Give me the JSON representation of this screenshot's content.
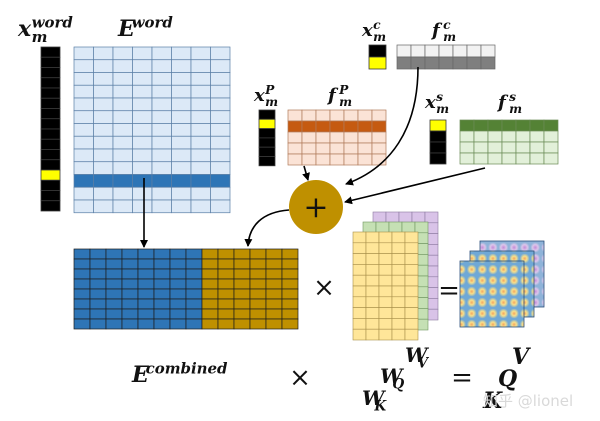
{
  "labels": {
    "x_word": {
      "base": "x",
      "sub": "m",
      "sup": "word"
    },
    "E_word": {
      "base": "E",
      "sup": "word"
    },
    "x_c": {
      "base": "x",
      "sub": "m",
      "sup": "c"
    },
    "f_c": {
      "base": "f",
      "sub": "m",
      "sup": "c"
    },
    "x_p": {
      "base": "x",
      "sub": "m",
      "sup": "P"
    },
    "f_p": {
      "base": "f",
      "sub": "m",
      "sup": "P"
    },
    "x_s": {
      "base": "x",
      "sub": "m",
      "sup": "s"
    },
    "f_s": {
      "base": "f",
      "sub": "m",
      "sup": "s"
    },
    "E_combined": {
      "base": "E",
      "sup": "combined"
    },
    "W_V": {
      "base": "W",
      "sub": "V"
    },
    "W_Q": {
      "base": "W",
      "sub": "Q"
    },
    "W_K": {
      "base": "W",
      "sub": "K"
    },
    "V": "V",
    "Q": "Q",
    "K": "K"
  },
  "operators": {
    "plus": "+",
    "times": "×",
    "equals": "="
  },
  "watermark": "知乎 @lionel",
  "colors": {
    "word_matrix": "#dce9f7",
    "word_highlight": "#2e75b6",
    "pos_matrix": "#fbe3d6",
    "pos_highlight": "#c55a11",
    "seg_matrix": "#e2f0d9",
    "seg_highlight": "#548235",
    "char_matrix": "#f2f2f2",
    "char_highlight": "#7f7f7f",
    "one_hot_on": "#ffff00",
    "one_hot_off": "#000000",
    "plus_circle": "#bf9000",
    "combined_left": "#2e75b6",
    "combined_right": "#bf9000",
    "weight_front": "#ffe699",
    "weight_mid": "#c5e0b4",
    "weight_back": "#d9c3e8"
  }
}
